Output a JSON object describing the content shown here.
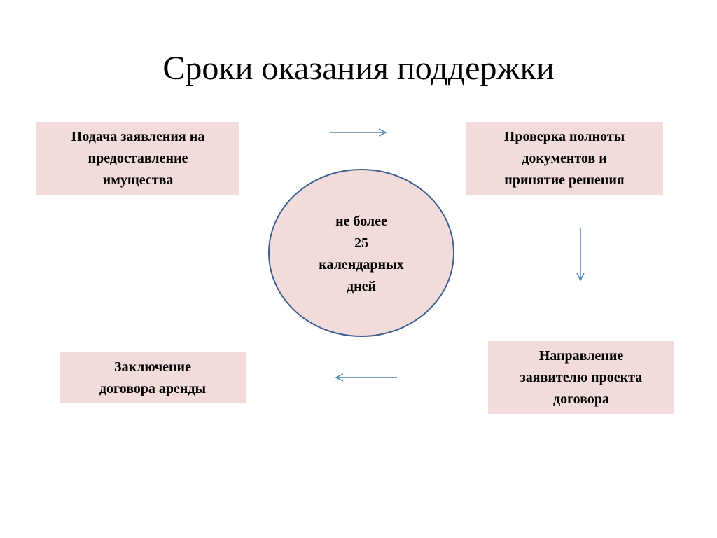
{
  "title": "Сроки оказания поддержки",
  "steps": [
    {
      "label": "Подача заявления на\nпредоставление\nимущества"
    },
    {
      "label": "Проверка полноты\nдокументов и\nпринятие решения"
    },
    {
      "label": "Направление\nзаявителю проекта\nдоговора"
    },
    {
      "label": "Заключение\nдоговора аренды"
    }
  ],
  "center": {
    "label": "не более\n25\nкалендарных\nдней"
  },
  "colors": {
    "box_fill": "#f2dcdb",
    "circle_border": "#3d5d8f",
    "arrow": "#4f81bd"
  }
}
